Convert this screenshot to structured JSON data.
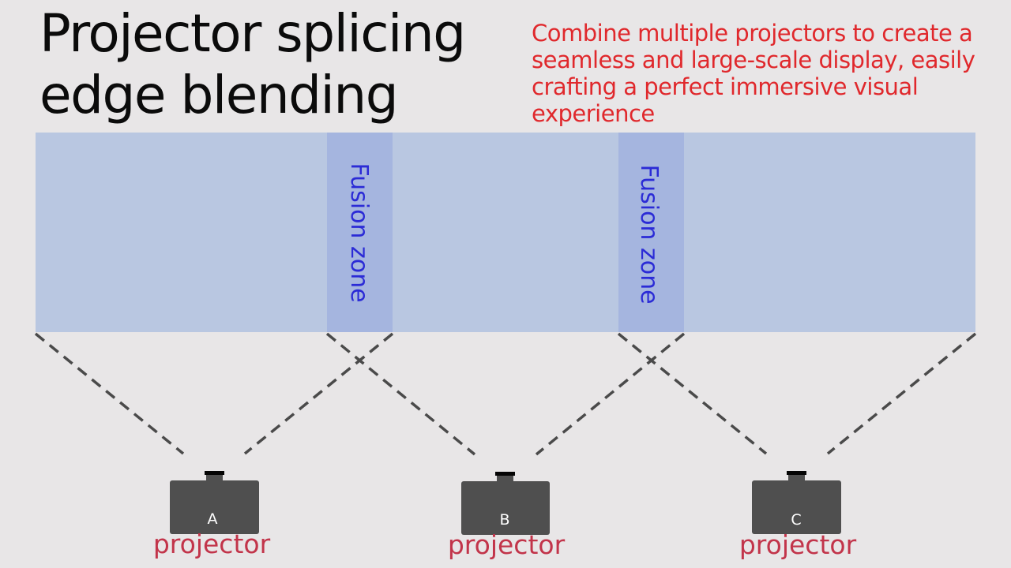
{
  "title": "Projector splicing edge blending",
  "subtitle": "Combine multiple projectors to create a seamless and large-scale display, easily crafting a perfect immersive visual experience",
  "colors": {
    "background": "#e8e6e7",
    "screen": "#b9c7e1",
    "fusion_zone": "#a5b5df",
    "fusion_text": "#2b2bd6",
    "subtitle": "#e0282c",
    "projector_body": "#4f4f4f",
    "projector_label": "#c2344a",
    "beam_lines": "#4a4a4a"
  },
  "screen": {
    "fusion_zones": [
      {
        "label": "Fusion zone"
      },
      {
        "label": "Fusion zone"
      }
    ]
  },
  "projectors": [
    {
      "letter": "A",
      "label": "projector"
    },
    {
      "letter": "B",
      "label": "projector"
    },
    {
      "letter": "C",
      "label": "projector"
    }
  ]
}
